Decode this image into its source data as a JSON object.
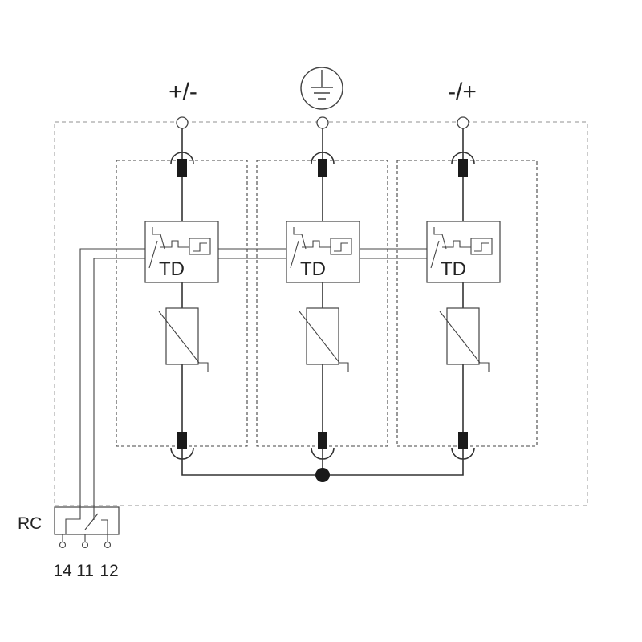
{
  "terminals": {
    "left_label": "+/-",
    "right_label": "-/+",
    "center_symbol": "earth-ground-icon"
  },
  "modules": [
    {
      "id": "module-1",
      "td_label": "TD"
    },
    {
      "id": "module-2",
      "td_label": "TD"
    },
    {
      "id": "module-3",
      "td_label": "TD"
    }
  ],
  "remote_contact": {
    "label": "RC",
    "pin_14": "14",
    "pin_11": "11",
    "pin_12": "12"
  },
  "colors": {
    "line": "#333333",
    "outer_dash": "#b5b5b5",
    "fuse": "#1a1a1a"
  }
}
